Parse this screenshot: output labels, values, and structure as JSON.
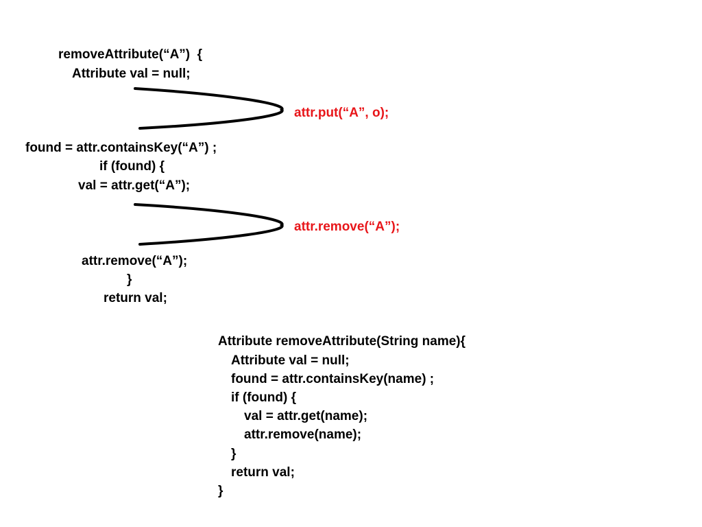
{
  "trace": {
    "lines": [
      "removeAttribute(“A”)  {",
      "Attribute val = null;",
      "found = attr.containsKey(“A”) ;",
      "if (found) {",
      "val = attr.get(“A”);",
      "attr.remove(“A”);",
      "}",
      "return val;"
    ],
    "interleaved": [
      "attr.put(“A”, o);",
      "attr.remove(“A”);"
    ]
  },
  "source": {
    "lines": [
      "Attribute removeAttribute(String name){",
      "Attribute val = null;",
      "found = attr.containsKey(name) ;",
      "if (found) {",
      "val = attr.get(name);",
      "attr.remove(name);",
      "}",
      "return val;",
      "}"
    ]
  },
  "colors": {
    "interleaved_text": "#e8161a",
    "text": "#000000"
  }
}
